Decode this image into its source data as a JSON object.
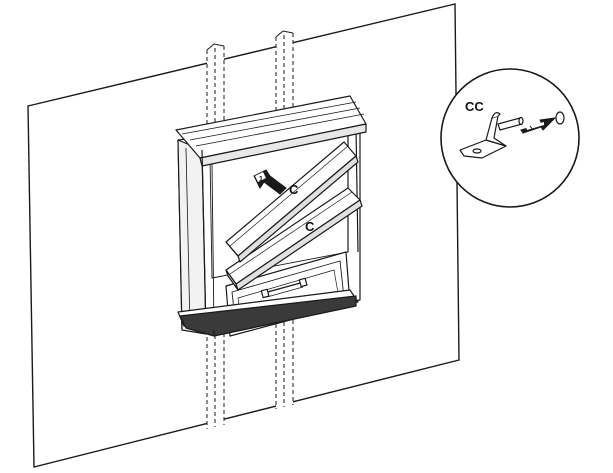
{
  "labels": {
    "shelf_upper": "C",
    "shelf_lower": "C",
    "detail_part": "CC",
    "step_badge": "1"
  },
  "icons": {
    "callout_arrow": "push-arrow-icon",
    "step_badge": "numbered-step-arrow-icon"
  },
  "colors": {
    "line": "#1a1a1a",
    "shaded": "#dcdcdc",
    "background": "#ffffff"
  }
}
